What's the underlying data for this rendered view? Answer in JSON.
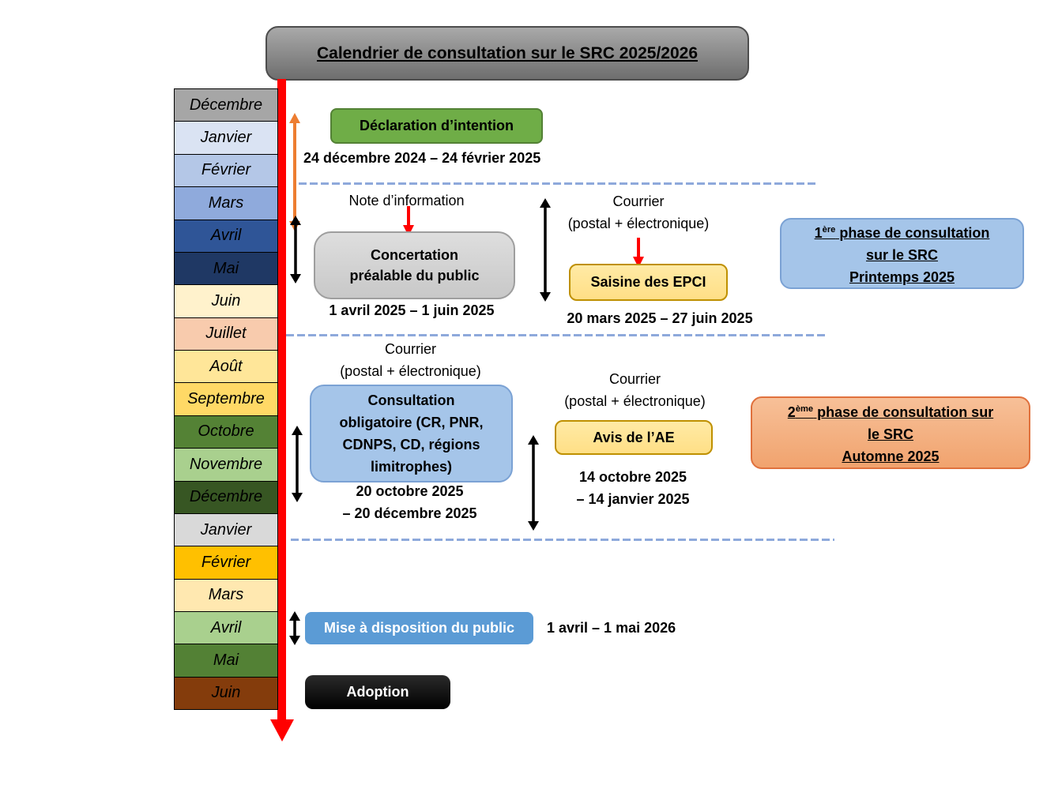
{
  "title": "Calendrier de consultation sur le SRC 2025/2026",
  "colors": {
    "timeline_red": "#ff0000",
    "orange_arrow": "#ed7d31",
    "black_arrow": "#000000",
    "dashed_separator_blue": "#8ea9db",
    "green_box": "#6fad47",
    "yellow_box": "#ffe699",
    "blue_phase_box": "#a5c5e9",
    "orange_phase_box": "#f4b183",
    "blue_button": "#5b9bd5",
    "adoption_black": "#000000"
  },
  "months": [
    {
      "label": "Décembre",
      "color": "#a6a6a6"
    },
    {
      "label": "Janvier",
      "color": "#dae3f3"
    },
    {
      "label": "Février",
      "color": "#b4c7e7"
    },
    {
      "label": "Mars",
      "color": "#8faadc"
    },
    {
      "label": "Avril",
      "color": "#2f5597"
    },
    {
      "label": "Mai",
      "color": "#1f3864"
    },
    {
      "label": "Juin",
      "color": "#fff2cc"
    },
    {
      "label": "Juillet",
      "color": "#f8cbad"
    },
    {
      "label": "Août",
      "color": "#ffe699"
    },
    {
      "label": "Septembre",
      "color": "#ffd966"
    },
    {
      "label": "Octobre",
      "color": "#548235"
    },
    {
      "label": "Novembre",
      "color": "#a9d08e"
    },
    {
      "label": "Décembre",
      "color": "#375623"
    },
    {
      "label": "Janvier",
      "color": "#d9d9d9"
    },
    {
      "label": "Février",
      "color": "#ffc000"
    },
    {
      "label": "Mars",
      "color": "#ffe8b0"
    },
    {
      "label": "Avril",
      "color": "#a9d08e"
    },
    {
      "label": "Mai",
      "color": "#538135"
    },
    {
      "label": "Juin",
      "color": "#843c0c"
    }
  ],
  "sections": {
    "declaration": {
      "label": "Déclaration d’intention",
      "dates": "24 décembre 2024 – 24 février 2025"
    },
    "concertation": {
      "annotation": "Note d’information",
      "label_line1": "Concertation",
      "label_line2": "préalable du public",
      "dates": "1 avril 2025 – 1 juin 2025"
    },
    "epci": {
      "annotation_line1": "Courrier",
      "annotation_line2": "(postal + électronique)",
      "label": "Saisine des EPCI",
      "dates": "20 mars 2025 – 27 juin 2025"
    },
    "phase1": {
      "num": "1",
      "sup": "ère",
      "rest": " phase de consultation",
      "line2": "sur le SRC",
      "line3": "Printemps 2025"
    },
    "consultation": {
      "annotation_line1": "Courrier",
      "annotation_line2": "(postal + électronique)",
      "label_lines": [
        "Consultation",
        "obligatoire (CR, PNR,",
        "CDNPS, CD, régions",
        "limitrophes)"
      ],
      "dates_line1": "20 octobre 2025",
      "dates_line2": "– 20 décembre 2025"
    },
    "avis": {
      "annotation_line1": "Courrier",
      "annotation_line2": "(postal + électronique)",
      "label": "Avis de l’AE",
      "dates_line1": "14 octobre 2025",
      "dates_line2": "– 14 janvier 2025"
    },
    "phase2": {
      "num": "2",
      "sup": "ème",
      "rest": " phase de consultation sur",
      "line2": "le SRC",
      "line3": "Automne 2025"
    },
    "mise_a_disposition": {
      "label": "Mise à disposition du public",
      "dates": "1 avril – 1 mai 2026"
    },
    "adoption": {
      "label": "Adoption"
    }
  }
}
